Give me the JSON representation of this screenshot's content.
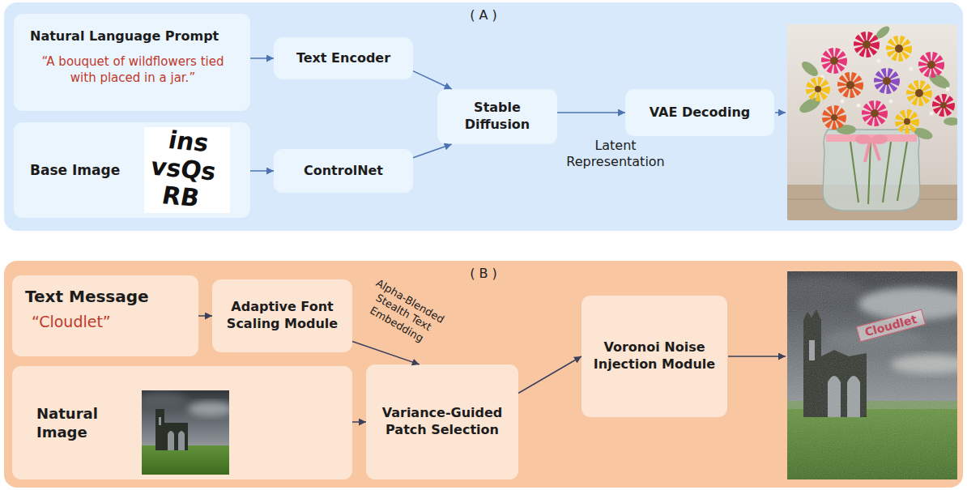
{
  "diagram": {
    "nodes": [
      {
        "text": [
          "( A )"
        ]
      },
      {
        "text": [
          "Natural Language Prompt",
          "“A bouquet of wildflowers tied with placed in a jar.”"
        ],
        "in": 0
      },
      {
        "text": [
          "Text Encoder"
        ],
        "in": 0
      },
      {
        "text": [
          "Base Image"
        ],
        "in": 0
      },
      {
        "text": [
          "ControlNet"
        ],
        "in": 0
      },
      {
        "text": [
          "Stable Diffusion"
        ],
        "in": 0
      },
      {
        "text": [
          "VAE Decoding"
        ],
        "in": 0
      },
      {
        "text": [
          "( B )"
        ]
      },
      {
        "text": [
          "Text Message",
          "“Cloudlet”"
        ],
        "in": 7
      },
      {
        "text": [
          "Adaptive Font Scaling Module"
        ],
        "in": 7
      },
      {
        "text": [
          "Natural Image"
        ],
        "in": 7
      },
      {
        "text": [
          "Variance-Guided Patch Selection"
        ],
        "in": 7
      },
      {
        "text": [
          "Voronoi Noise Injection Module"
        ],
        "in": 7
      }
    ],
    "edges": [
      {
        "from": 1,
        "to": 2,
        "arrow": "to"
      },
      {
        "from": 3,
        "to": 4,
        "arrow": "to"
      },
      {
        "from": 2,
        "to": 5,
        "arrow": "to"
      },
      {
        "from": 4,
        "to": 5,
        "arrow": "to"
      },
      {
        "from": 5,
        "to": 6,
        "arrow": "to",
        "label": "Latent Representation"
      },
      {
        "from": 8,
        "to": 9,
        "arrow": "to"
      },
      {
        "from": 9,
        "to": 11,
        "arrow": "to",
        "label": "Alpha-Blended Stealth Text Embedding"
      },
      {
        "from": 10,
        "to": 11,
        "arrow": "to"
      },
      {
        "from": 11,
        "to": 12,
        "arrow": "to"
      }
    ],
    "labels": [
      "ins",
      "vsQs",
      "RB",
      "Cloudlet"
    ]
  }
}
